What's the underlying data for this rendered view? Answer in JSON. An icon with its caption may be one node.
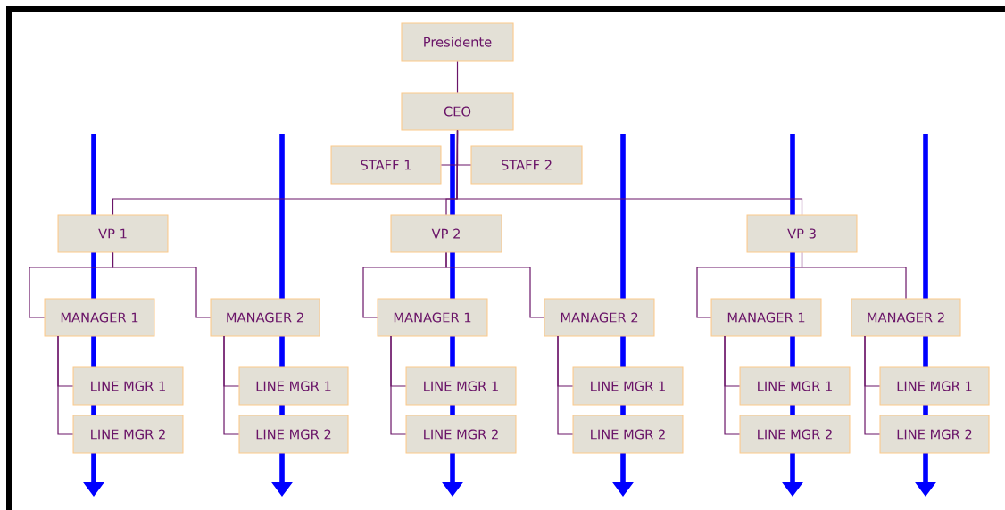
{
  "diagram": {
    "nodes": [
      {
        "text": [
          "Presidente"
        ]
      },
      {
        "text": [
          "CEO"
        ]
      },
      {
        "text": [
          "STAFF 1"
        ]
      },
      {
        "text": [
          "STAFF 2"
        ]
      },
      {
        "text": [
          "VP 1"
        ]
      },
      {
        "text": [
          "VP 2"
        ]
      },
      {
        "text": [
          "VP 3"
        ]
      },
      {
        "text": [
          "MANAGER 1"
        ]
      },
      {
        "text": [
          "MANAGER 2"
        ]
      },
      {
        "text": [
          "MANAGER 1"
        ]
      },
      {
        "text": [
          "MANAGER 2"
        ]
      },
      {
        "text": [
          "MANAGER 1"
        ]
      },
      {
        "text": [
          "MANAGER 2"
        ]
      },
      {
        "text": [
          "LINE MGR 1"
        ]
      },
      {
        "text": [
          "LINE MGR 2"
        ]
      },
      {
        "text": [
          "LINE MGR 1"
        ]
      },
      {
        "text": [
          "LINE MGR 2"
        ]
      },
      {
        "text": [
          "LINE MGR 1"
        ]
      },
      {
        "text": [
          "LINE MGR 2"
        ]
      },
      {
        "text": [
          "LINE MGR 1"
        ]
      },
      {
        "text": [
          "LINE MGR 2"
        ]
      },
      {
        "text": [
          "LINE MGR 1"
        ]
      },
      {
        "text": [
          "LINE MGR 2"
        ]
      },
      {
        "text": [
          "LINE MGR 1"
        ]
      },
      {
        "text": [
          "LINE MGR 2"
        ]
      }
    ],
    "edges": [
      {
        "from": 0,
        "to": 1,
        "arrow": "none"
      },
      {
        "from": 1,
        "to": 2,
        "arrow": "none"
      },
      {
        "from": 1,
        "to": 3,
        "arrow": "none"
      },
      {
        "from": 1,
        "to": 4,
        "arrow": "none"
      },
      {
        "from": 1,
        "to": 5,
        "arrow": "none"
      },
      {
        "from": 1,
        "to": 6,
        "arrow": "none"
      },
      {
        "from": 4,
        "to": 7,
        "arrow": "none"
      },
      {
        "from": 4,
        "to": 8,
        "arrow": "none"
      },
      {
        "from": 5,
        "to": 9,
        "arrow": "none"
      },
      {
        "from": 5,
        "to": 10,
        "arrow": "none"
      },
      {
        "from": 6,
        "to": 11,
        "arrow": "none"
      },
      {
        "from": 6,
        "to": 12,
        "arrow": "none"
      },
      {
        "from": 7,
        "to": 13,
        "arrow": "none"
      },
      {
        "from": 7,
        "to": 14,
        "arrow": "none"
      },
      {
        "from": 8,
        "to": 15,
        "arrow": "none"
      },
      {
        "from": 8,
        "to": 16,
        "arrow": "none"
      },
      {
        "from": 9,
        "to": 17,
        "arrow": "none"
      },
      {
        "from": 9,
        "to": 18,
        "arrow": "none"
      },
      {
        "from": 10,
        "to": 19,
        "arrow": "none"
      },
      {
        "from": 10,
        "to": 20,
        "arrow": "none"
      },
      {
        "from": 11,
        "to": 21,
        "arrow": "none"
      },
      {
        "from": 11,
        "to": 22,
        "arrow": "none"
      },
      {
        "from": 12,
        "to": 23,
        "arrow": "none"
      },
      {
        "from": 12,
        "to": 24,
        "arrow": "none"
      }
    ]
  }
}
